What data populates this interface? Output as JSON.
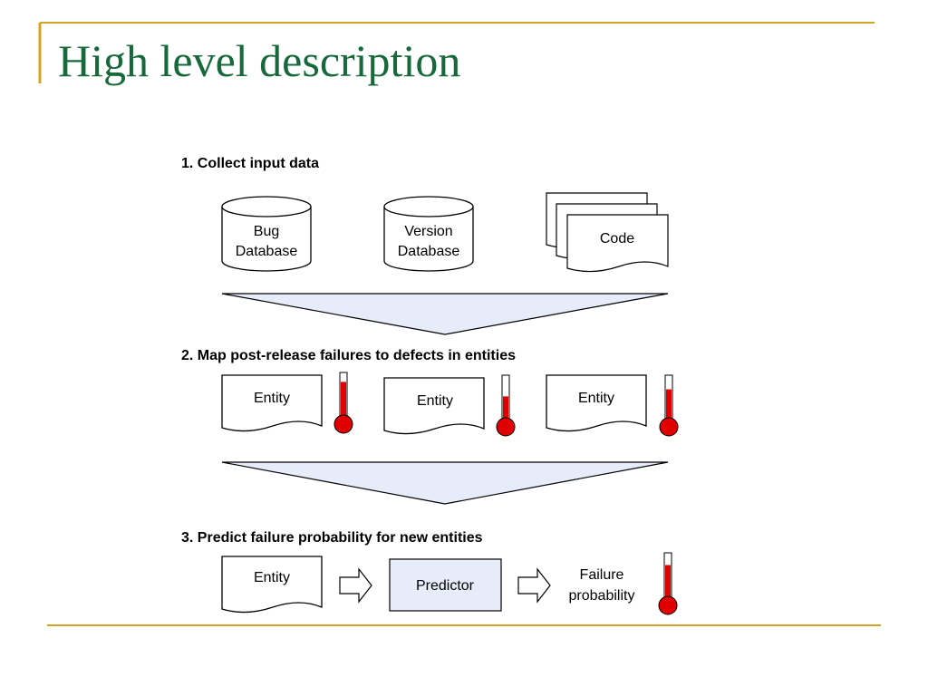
{
  "slide": {
    "title": "High level description"
  },
  "colors": {
    "title": "#17683a",
    "rule": "#d4a422",
    "funnel_fill": "#e6ecf9",
    "thermometer": "#e00000"
  },
  "steps": [
    {
      "heading": "1. Collect input data",
      "inputs": [
        {
          "icon": "database-icon",
          "lines": [
            "Bug",
            "Database"
          ]
        },
        {
          "icon": "database-icon",
          "lines": [
            "Version",
            "Database"
          ]
        },
        {
          "icon": "document-stack-icon",
          "lines": [
            "Code"
          ]
        }
      ]
    },
    {
      "heading": "2. Map post-release failures to defects in entities",
      "entities": [
        {
          "label": "Entity",
          "level": 0.8
        },
        {
          "label": "Entity",
          "level": 0.55
        },
        {
          "label": "Entity",
          "level": 0.7
        }
      ]
    },
    {
      "heading": "3. Predict failure probability for new entities",
      "input_label": "Entity",
      "predictor_label": "Predictor",
      "output_lines": [
        "Failure",
        "probability"
      ],
      "output_level": 0.75
    }
  ]
}
